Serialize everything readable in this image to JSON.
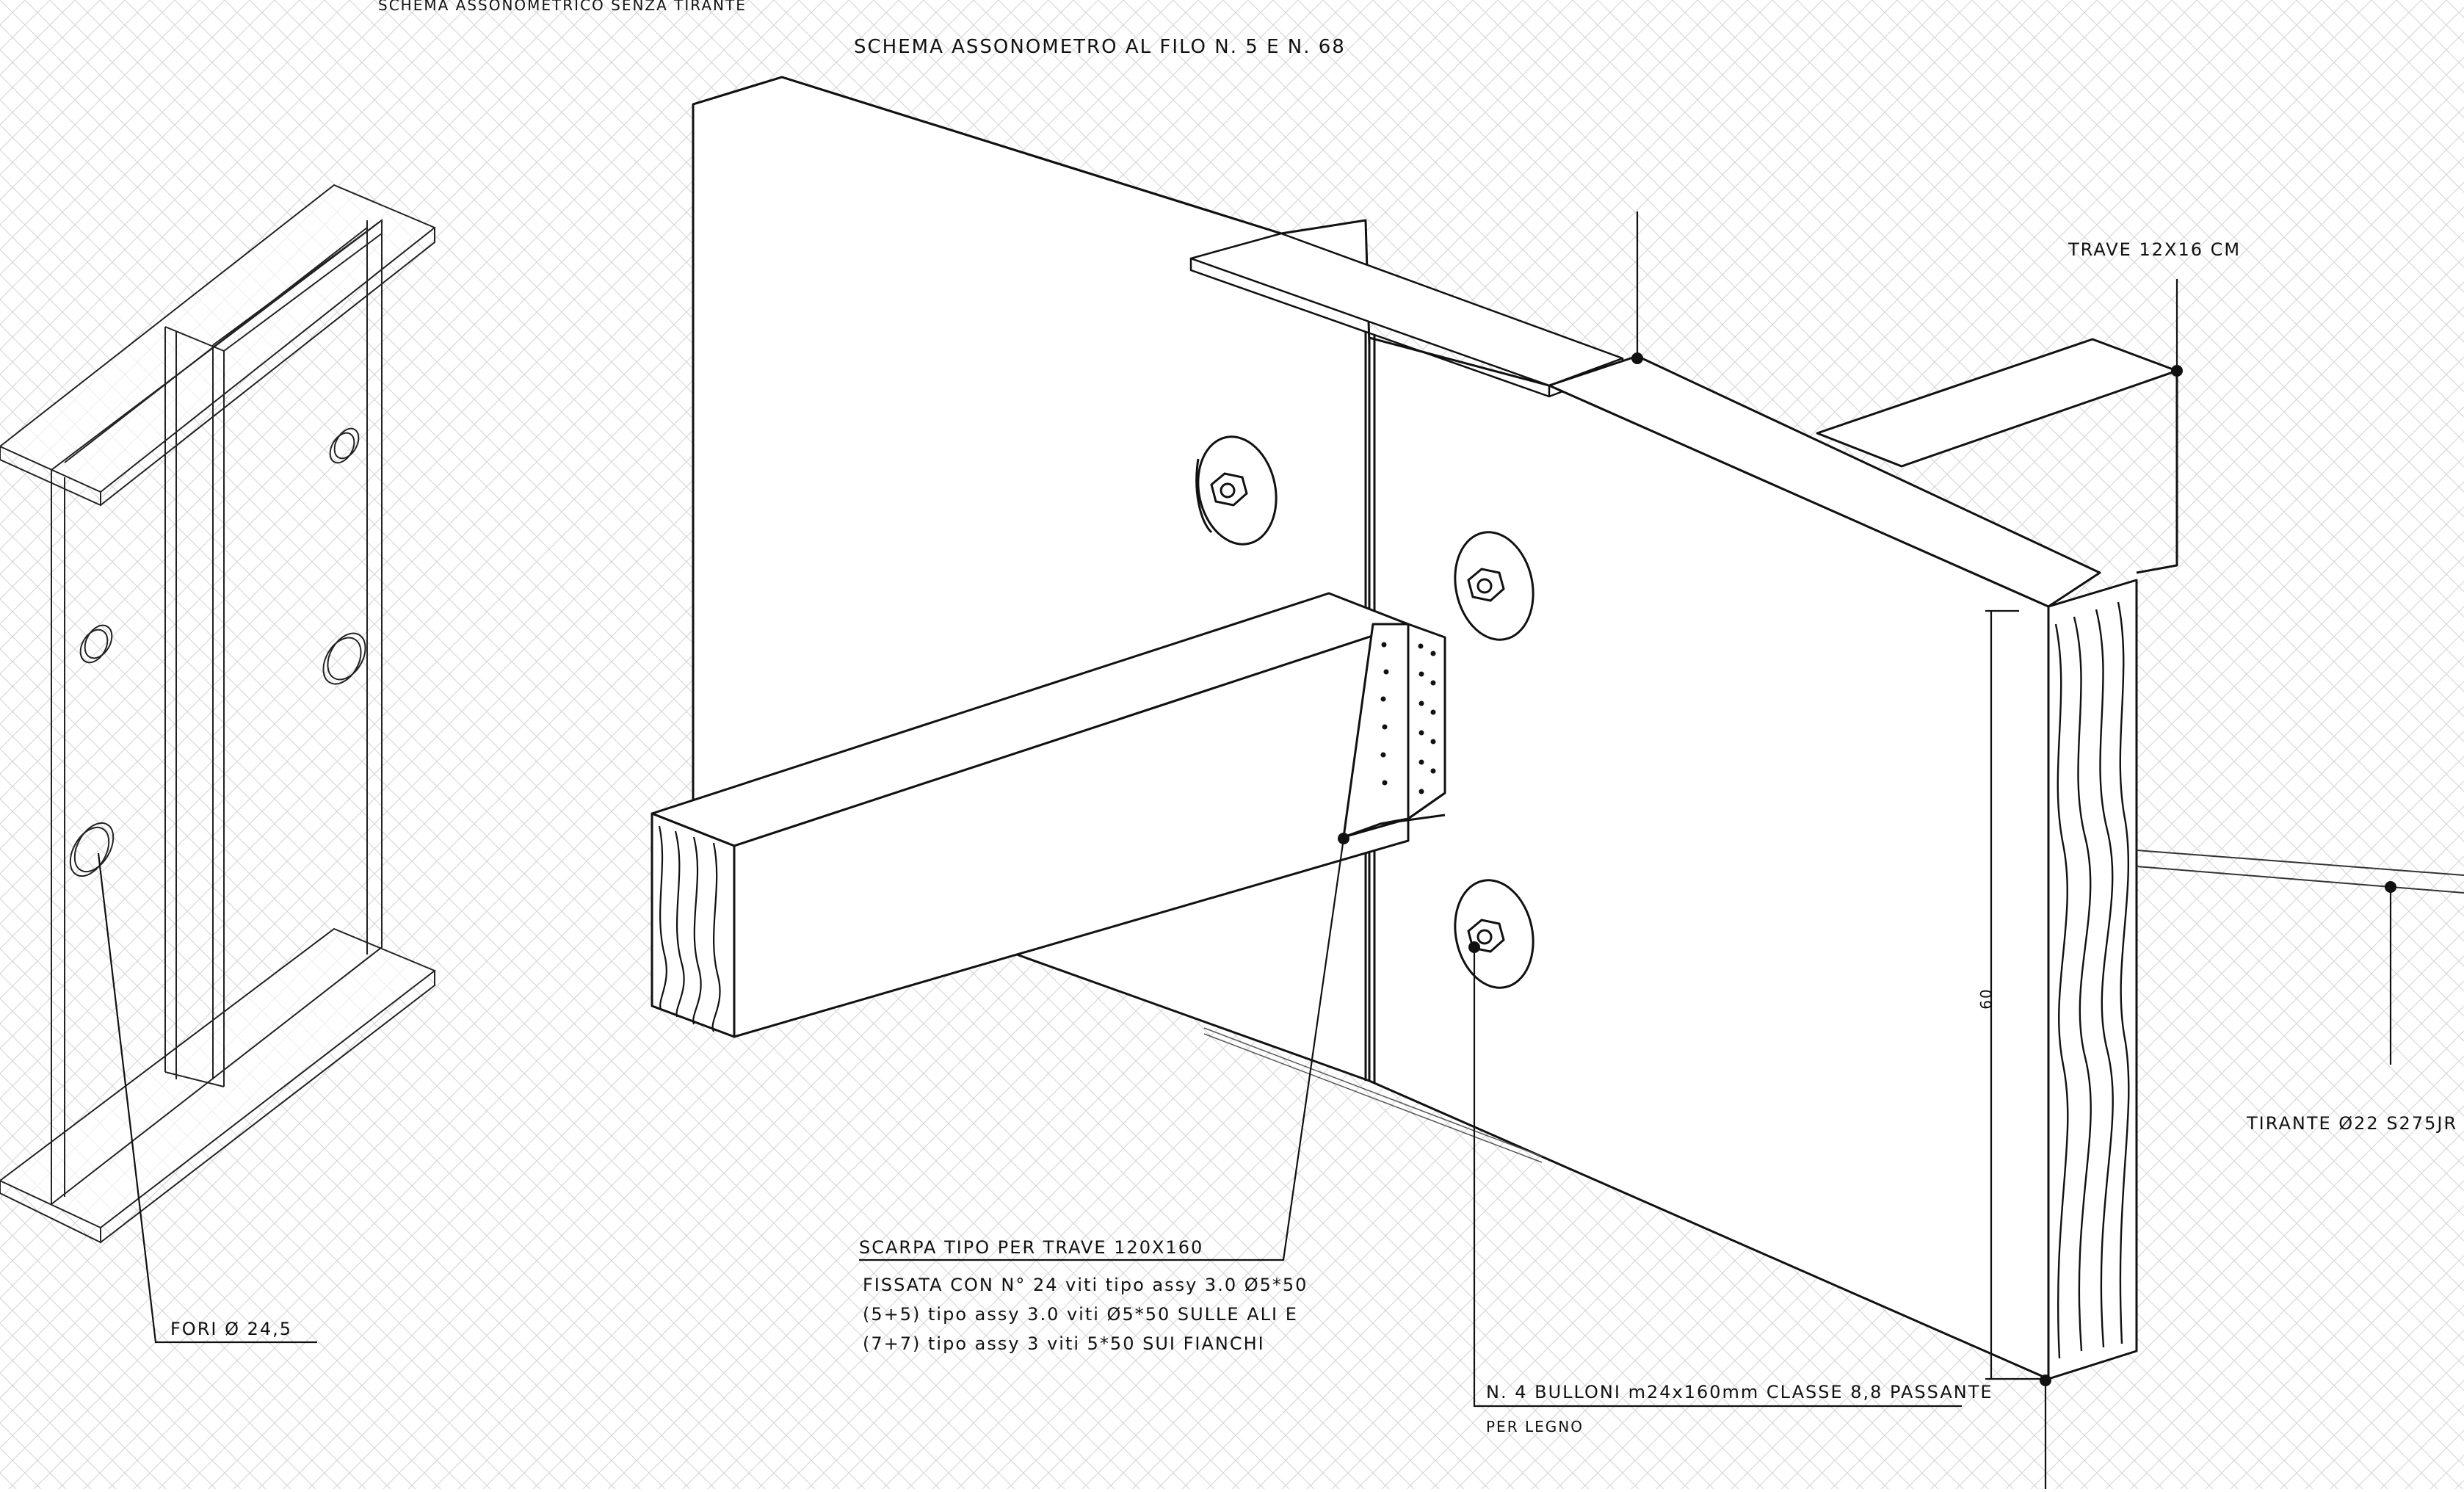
{
  "drawing": {
    "title_top_left": "SCHEMA ASSONOMETRICO SENZA TIRANTE",
    "title_main": "SCHEMA ASSONOMETRO AL FILO N. 5 E N. 68"
  },
  "labels": {
    "trave": "TRAVE 12X16 CM",
    "tirante": "TIRANTE Ø22 S275JR",
    "fori": "FORI Ø 24,5",
    "scarpa_title": "SCARPA TIPO PER TRAVE 120X160",
    "scarpa_line1": "FISSATA CON N° 24 viti tipo assy 3.0 Ø5*50",
    "scarpa_line2": "(5+5) tipo assy 3.0 viti Ø5*50 SULLE ALI E",
    "scarpa_line3": "(7+7) tipo assy 3 viti 5*50 SUI FIANCHI",
    "bulloni": "N. 4 BULLONI m24x160mm CLASSE 8,8 PASSANTE",
    "bulloni_sub": "PER LEGNO",
    "dimension": "60"
  },
  "colors": {
    "ink": "#111111",
    "grid": "#d9d9d9",
    "background": "#ffffff"
  }
}
